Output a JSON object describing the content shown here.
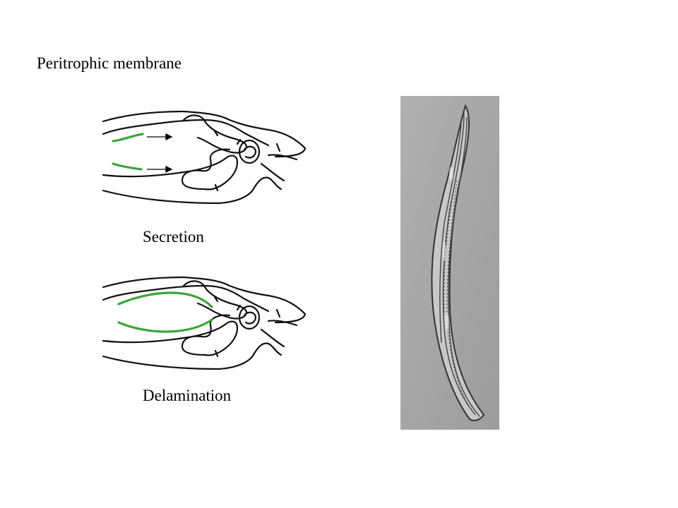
{
  "title": "Peritrophic membrane",
  "panels": [
    {
      "caption": "Secretion"
    },
    {
      "caption": "Delamination"
    }
  ],
  "colors": {
    "membrane": "#3aa63a",
    "outline": "#111111",
    "photo_bg": "#a9a9a9"
  },
  "photo": {
    "subject": "isolated peritrophic membrane micrograph"
  }
}
